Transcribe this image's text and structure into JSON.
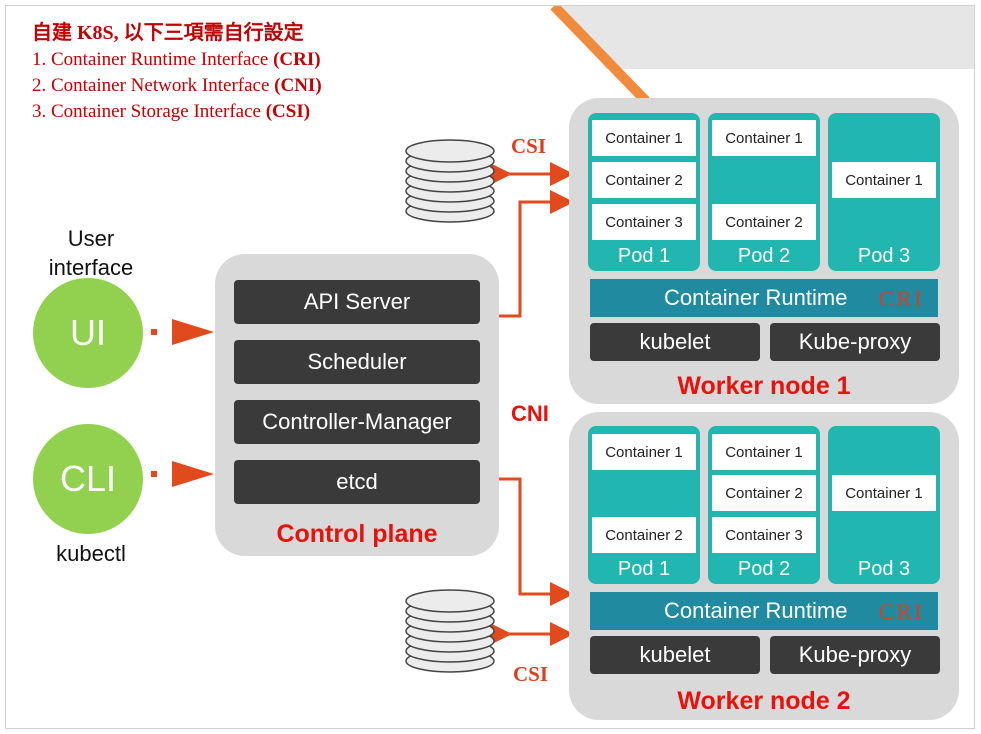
{
  "header": {
    "title": "自建 K8S, 以下三項需自行設定",
    "items": [
      {
        "text": "1. Container Runtime Interface ",
        "abbr": "(CRI)"
      },
      {
        "text": "2. Container Network Interface ",
        "abbr": "(CNI)"
      },
      {
        "text": "3. Container Storage Interface ",
        "abbr": "(CSI)"
      }
    ]
  },
  "clients": {
    "ui_caption": "User interface",
    "ui_caption_line1": "User",
    "ui_caption_line2": "interface",
    "ui": "UI",
    "cli": "CLI",
    "cli_caption": "kubectl"
  },
  "control_plane": {
    "label": "Control plane",
    "components": [
      "API Server",
      "Scheduler",
      "Controller-Manager",
      "etcd"
    ]
  },
  "interfaces": {
    "cni": "CNI",
    "csi": "CSI",
    "cri": "CRI"
  },
  "worker1": {
    "label": "Worker node 1",
    "pods": [
      {
        "label": "Pod 1",
        "containers": [
          "Container 1",
          "Container 2",
          "Container 3"
        ]
      },
      {
        "label": "Pod 2",
        "containers": [
          "Container 1",
          "Container 2"
        ]
      },
      {
        "label": "Pod 3",
        "containers": [
          "Container 1"
        ]
      }
    ],
    "runtime": "Container Runtime",
    "kubelet": "kubelet",
    "proxy": "Kube-proxy"
  },
  "worker2": {
    "label": "Worker node 2",
    "pods": [
      {
        "label": "Pod 1",
        "containers": [
          "Container 1",
          "Container 2"
        ]
      },
      {
        "label": "Pod 2",
        "containers": [
          "Container 1",
          "Container 2",
          "Container 3"
        ]
      },
      {
        "label": "Pod 3",
        "containers": [
          "Container 1"
        ]
      }
    ],
    "runtime": "Container Runtime",
    "kubelet": "kubelet",
    "proxy": "Kube-proxy"
  },
  "colors": {
    "accent_red": "#e8120c",
    "pod_teal": "#21b6b0",
    "runtime_blue": "#1f8aa0",
    "client_green": "#92d050",
    "panel_gray": "#d9d9d9",
    "dark_box": "#3a3a3a",
    "arrow": "#e04a1c"
  }
}
